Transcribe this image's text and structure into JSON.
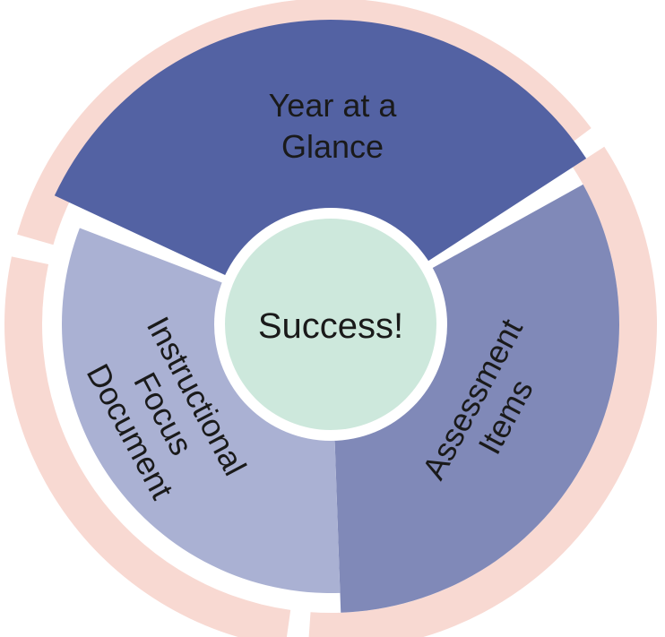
{
  "diagram": {
    "center": {
      "label": "Success!"
    },
    "segments": [
      {
        "key": "glance",
        "lines": [
          "Year at a",
          "Glance"
        ]
      },
      {
        "key": "assessment",
        "lines": [
          "Assessment",
          "Items"
        ]
      },
      {
        "key": "ifd",
        "lines": [
          "Instructional",
          "Focus",
          "Document"
        ]
      }
    ]
  },
  "colors": {
    "outer_ring": "#f8d9d2",
    "segment_glance": "#5362a3",
    "segment_assessment": "#8089b8",
    "segment_ifd": "#aab1d3",
    "center_fill": "#cde8dc",
    "gap": "#ffffff"
  }
}
